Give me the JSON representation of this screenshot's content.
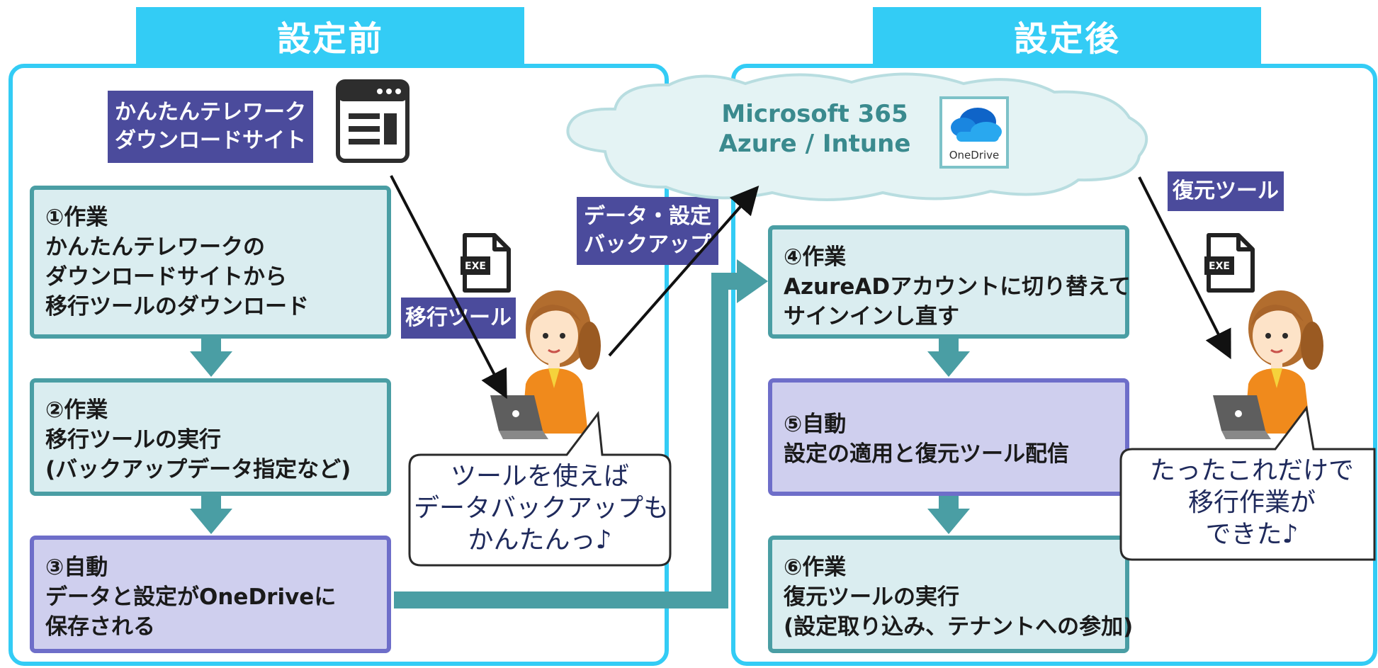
{
  "before": {
    "header": "設定前",
    "download_site_label": [
      "かんたんテレワーク",
      "ダウンロードサイト"
    ],
    "migration_tool_label": "移行ツール",
    "steps": [
      {
        "title": "①作業",
        "lines": [
          "かんたんテレワークの",
          "ダウンロードサイトから",
          "移行ツールのダウンロード"
        ],
        "kind": "manual"
      },
      {
        "title": "②作業",
        "lines": [
          "移行ツールの実行",
          "(バックアップデータ指定など)"
        ],
        "kind": "manual"
      },
      {
        "title": "③自動",
        "lines": [
          "データと設定がOneDriveに",
          "保存される"
        ],
        "kind": "auto"
      }
    ],
    "bubble": [
      "ツールを使えば",
      "データバックアップも",
      "かんたんっ♪"
    ]
  },
  "backup_label": [
    "データ・設定",
    "バックアップ"
  ],
  "cloud": {
    "lines": [
      "Microsoft 365",
      "Azure / Intune"
    ],
    "onedrive_label": "OneDrive"
  },
  "after": {
    "header": "設定後",
    "restore_tool_label": "復元ツール",
    "steps": [
      {
        "title": "④作業",
        "lines": [
          "AzureADアカウントに切り替えて",
          "サインインし直す"
        ],
        "kind": "manual"
      },
      {
        "title": "⑤自動",
        "lines": [
          "設定の適用と復元ツール配信"
        ],
        "kind": "auto"
      },
      {
        "title": "⑥作業",
        "lines": [
          "復元ツールの実行",
          "(設定取り込み、テナントへの参加)"
        ],
        "kind": "manual"
      }
    ],
    "bubble": [
      "たったこれだけで",
      "移行作業が",
      "できた♪"
    ]
  },
  "exe_icon_label": "EXE",
  "colors": {
    "header": "#33ccf5",
    "panel_border": "#33ccf5",
    "manual_step_fill": "#daedf0",
    "manual_step_border": "#4a9ea4",
    "auto_step_fill": "#cfcfee",
    "auto_step_border": "#6e6ec9",
    "navy_label": "#4b4b9c",
    "flow_arrow": "#4a9ea4",
    "cloud_fill": "#e4f3f4"
  }
}
